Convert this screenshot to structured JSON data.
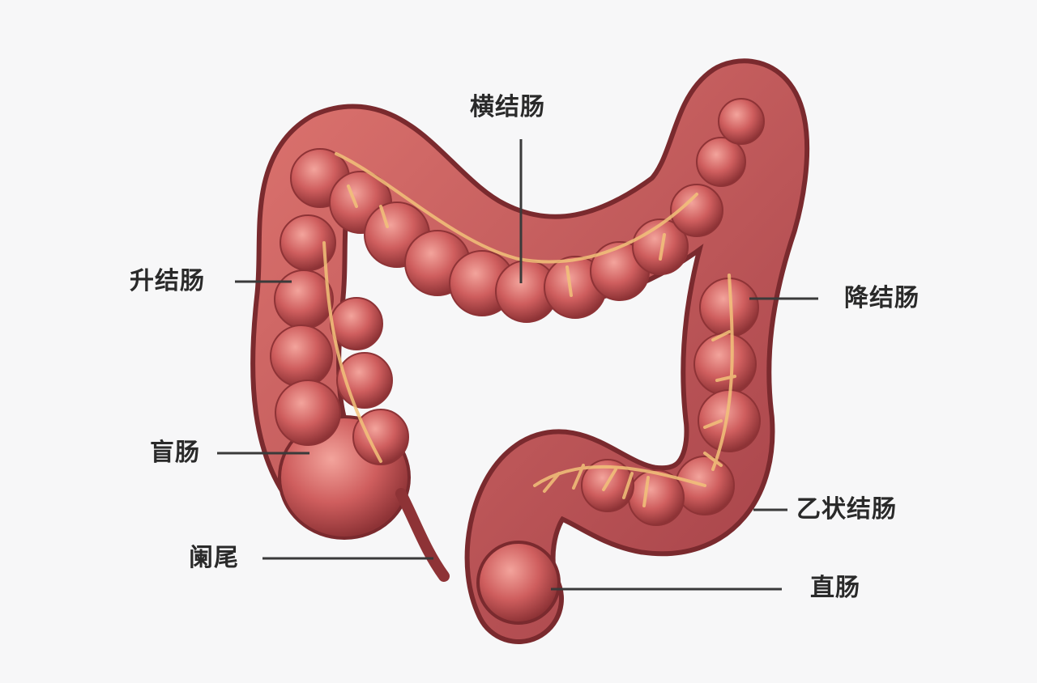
{
  "diagram": {
    "subject": "large-intestine",
    "colors": {
      "background": "#f7f7f8",
      "colon_base": "#c8585a",
      "colon_dark": "#8e3336",
      "colon_light": "#e88b86",
      "vessels": "#f2c27a",
      "leader_line": "#3a3a3a",
      "label_text": "#2a2a2a"
    },
    "labels": [
      {
        "id": "transverse-colon",
        "text": "横结肠"
      },
      {
        "id": "ascending-colon",
        "text": "升结肠"
      },
      {
        "id": "descending-colon",
        "text": "降结肠"
      },
      {
        "id": "cecum",
        "text": "盲肠"
      },
      {
        "id": "appendix",
        "text": "阑尾"
      },
      {
        "id": "sigmoid-colon",
        "text": "乙状结肠"
      },
      {
        "id": "rectum",
        "text": "直肠"
      }
    ]
  }
}
